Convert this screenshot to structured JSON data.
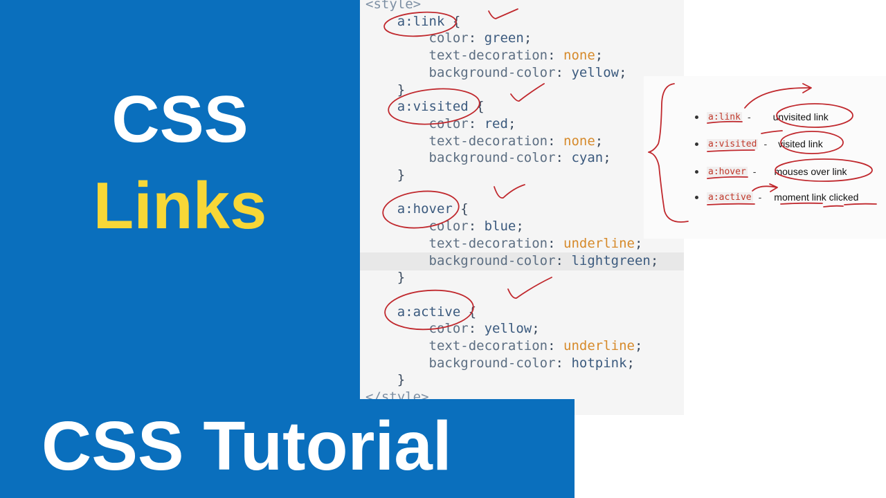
{
  "hero": {
    "line1": "CSS",
    "line2": "Links"
  },
  "code": {
    "open_tag": "<style>",
    "close_tag": "</style>",
    "blocks": [
      {
        "selector": "a:link",
        "rules": [
          {
            "prop": "color",
            "value": "green"
          },
          {
            "prop": "text-decoration",
            "value": "none"
          },
          {
            "prop": "background-color",
            "value": "yellow"
          }
        ]
      },
      {
        "selector": "a:visited",
        "rules": [
          {
            "prop": "color",
            "value": "red"
          },
          {
            "prop": "text-decoration",
            "value": "none"
          },
          {
            "prop": "background-color",
            "value": "cyan"
          }
        ]
      },
      {
        "selector": "a:hover",
        "rules": [
          {
            "prop": "color",
            "value": "blue"
          },
          {
            "prop": "text-decoration",
            "value": "underline"
          },
          {
            "prop": "background-color",
            "value": "lightgreen"
          }
        ]
      },
      {
        "selector": "a:active",
        "rules": [
          {
            "prop": "color",
            "value": "yellow"
          },
          {
            "prop": "text-decoration",
            "value": "underline"
          },
          {
            "prop": "background-color",
            "value": "hotpink"
          }
        ]
      }
    ]
  },
  "reference": {
    "items": [
      {
        "selector": "a:link",
        "desc": "unvisited link"
      },
      {
        "selector": "a:visited",
        "desc": "visited link"
      },
      {
        "selector": "a:hover",
        "desc": "mouses over link"
      },
      {
        "selector": "a:active",
        "desc": "moment link clicked"
      }
    ]
  },
  "footer": {
    "title": "CSS Tutorial"
  },
  "colors": {
    "brand_blue": "#0a6fbd",
    "accent_yellow": "#f7d737",
    "annotation_red": "#c0282d"
  }
}
